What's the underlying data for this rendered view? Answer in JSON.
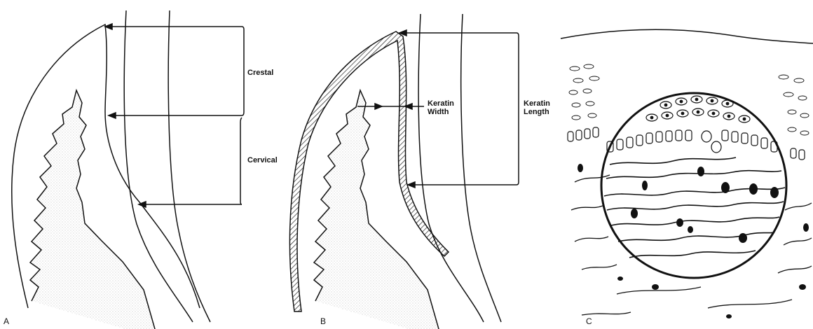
{
  "panel_a": {
    "letter": "A",
    "labels": {
      "crestal": "Crestal",
      "cervical": "Cervical"
    }
  },
  "panel_b": {
    "letter": "B",
    "labels": {
      "keratin_width_line1": "Keratin",
      "keratin_width_line2": "Width",
      "keratin_length_line1": "Keratin",
      "keratin_length_line2": "Length"
    }
  },
  "panel_c": {
    "letter": "C"
  },
  "colors": {
    "ink": "#111111",
    "background": "#ffffff"
  }
}
